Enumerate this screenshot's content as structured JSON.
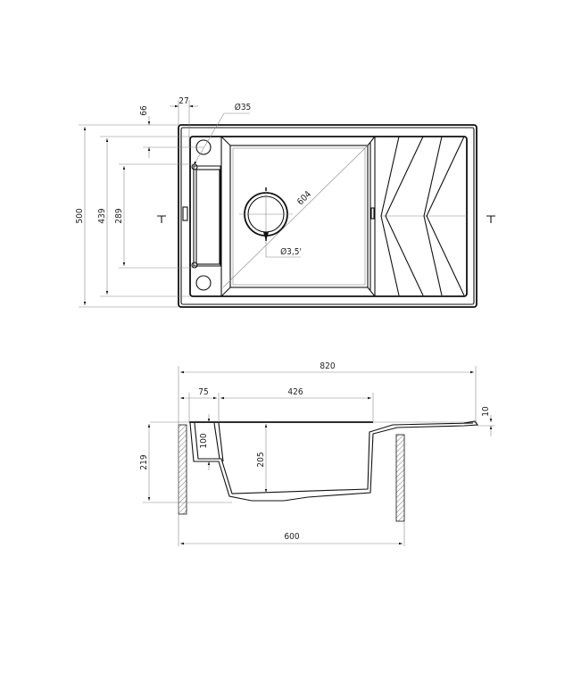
{
  "top_view": {
    "dimensions": {
      "overall_depth": "500",
      "inner_depth": "439",
      "tray_length": "289",
      "tap_hole_offset_y": "66",
      "tap_hole_offset_x": "27",
      "tap_hole_diameter": "Ø35",
      "bowl_diagonal": "604",
      "drain_diameter": "Ø3,5'"
    }
  },
  "section_view": {
    "dimensions": {
      "overall_width": "820",
      "tray_width": "75",
      "bowl_width": "426",
      "rim_height": "10",
      "total_height": "219",
      "tray_depth": "100",
      "bowl_depth": "205",
      "cabinet_width": "600"
    }
  }
}
